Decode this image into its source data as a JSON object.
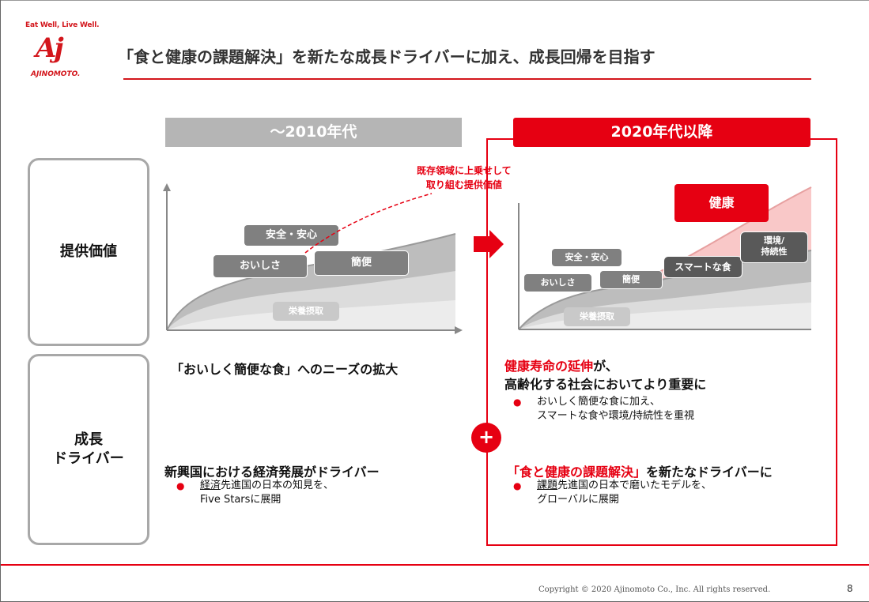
{
  "logo": {
    "tagline": "Eat Well, Live Well.",
    "mark": "Aj",
    "wordmark": "AJINOMOTO."
  },
  "title": "「食と健康の課題解決」を新たな成長ドライバーに加え、成長回帰を目指す",
  "columns": {
    "old": "～2010年代",
    "new": "2020年代以降"
  },
  "rows": {
    "value": "提供価値",
    "driver": "成長\nドライバー"
  },
  "chart_old": {
    "labels": {
      "safety": "安全・安心",
      "taste": "おいしさ",
      "convenience": "簡便",
      "nutrition": "栄養摂取"
    }
  },
  "chart_new": {
    "labels": {
      "health": "健康",
      "safety": "安全・安心",
      "taste": "おいしさ",
      "convenience": "簡便",
      "smart_food": "スマートな食",
      "sustainability": "環境/\n持続性",
      "nutrition": "栄養摂取"
    }
  },
  "annotation": "既存領域に上乗せして\n取り組む提供価値",
  "old_column": {
    "need": "「おいしく簡便な食」へのニーズの拡大",
    "driver_heading": "新興国における経済発展がドライバー",
    "driver_bullet_underlined": "経済",
    "driver_bullet_line1_rest": "先進国の日本の知見を、",
    "driver_bullet_line2": "Five Starsに展開"
  },
  "new_column": {
    "heading_red": "健康寿命の延伸",
    "heading_rest1": "が、",
    "heading_line2": "高齢化する社会においてより重要に",
    "bullet_line1": "おいしく簡便な食に加え、",
    "bullet_line2": "スマートな食や環境/持続性を重視",
    "plus": "+",
    "driver_red": "「食と健康の課題解決」",
    "driver_rest": "を新たなドライバーに",
    "driver_bullet_underlined": "課題",
    "driver_bullet_line1_rest": "先進国の日本で磨いたモデルを、",
    "driver_bullet_line2": "グローバルに展開"
  },
  "bullet_glyph": "●",
  "footer": {
    "copyright": "Copyright © 2020 Ajinomoto Co., Inc. All rights reserved.",
    "page": "8"
  },
  "colors": {
    "brand_red": "#e60012",
    "gray_header": "#b5b5b5",
    "gray_pill": "#808080",
    "dark_pill": "#595959",
    "pink_area": "#f9c8c8"
  }
}
